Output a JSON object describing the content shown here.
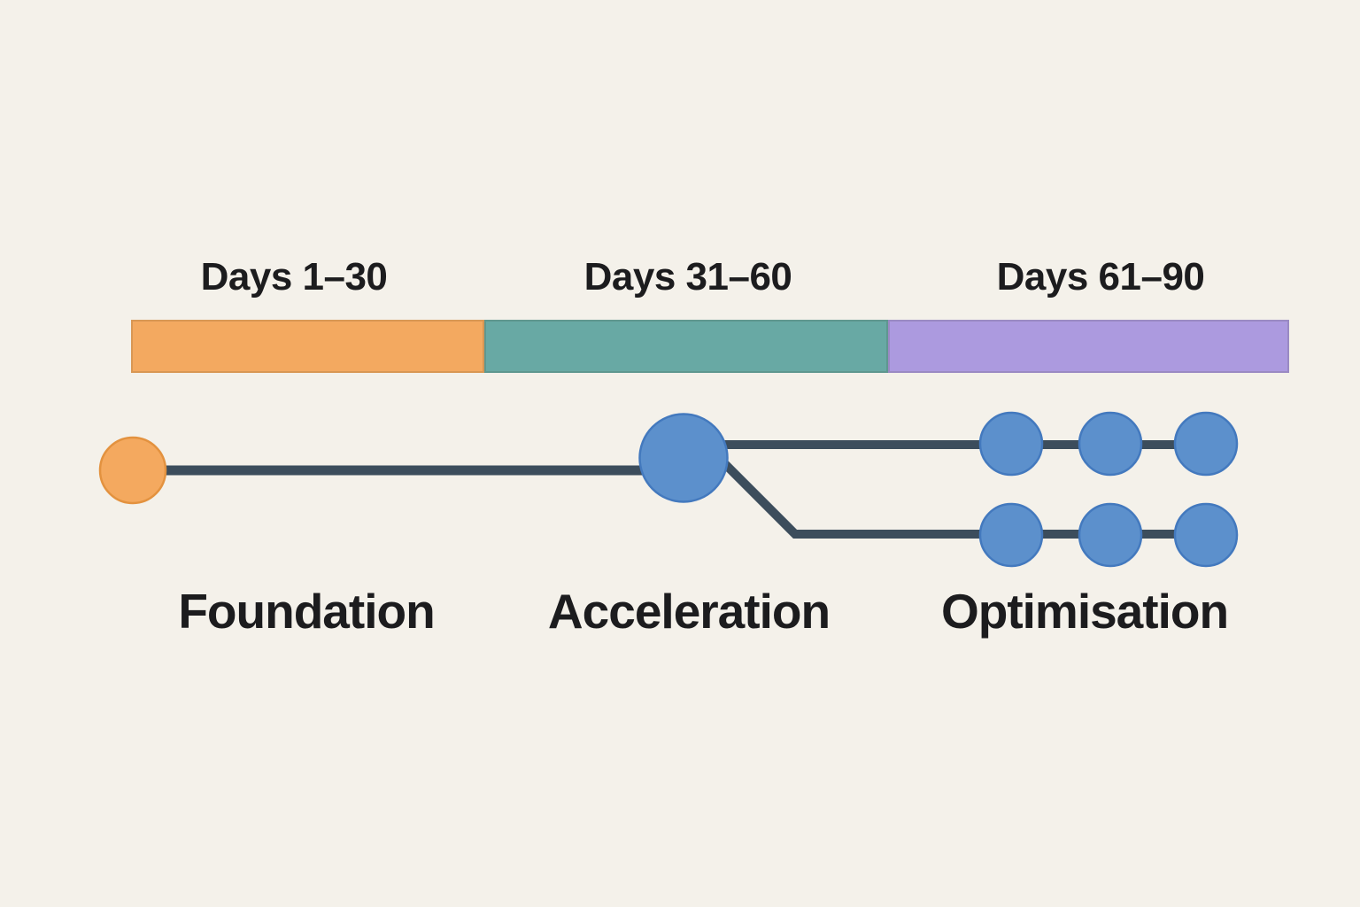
{
  "colors": {
    "background": "#F4F1EA",
    "text": "#1C1C1E",
    "track_line": "#3C4D5C",
    "start_node_fill": "#F4A95F",
    "start_node_stroke": "#E3923F",
    "node_fill": "#5C90CC",
    "node_stroke": "#4379BE"
  },
  "timeline": {
    "phases": [
      {
        "day_range": "Days 1–30",
        "label": "Foundation",
        "bar_color": "#F3A960"
      },
      {
        "day_range": "Days 31–60",
        "label": "Acceleration",
        "bar_color": "#68A9A4"
      },
      {
        "day_range": "Days 61–90",
        "label": "Optimisation",
        "bar_color": "#AC9ADF"
      }
    ]
  },
  "diagram": {
    "description": "Route line from an orange start node to a large blue hub node, splitting into two parallel branches with three blue nodes each",
    "start_nodes": 1,
    "hub_nodes": 1,
    "top_branch_nodes": 3,
    "bottom_branch_nodes": 3
  }
}
